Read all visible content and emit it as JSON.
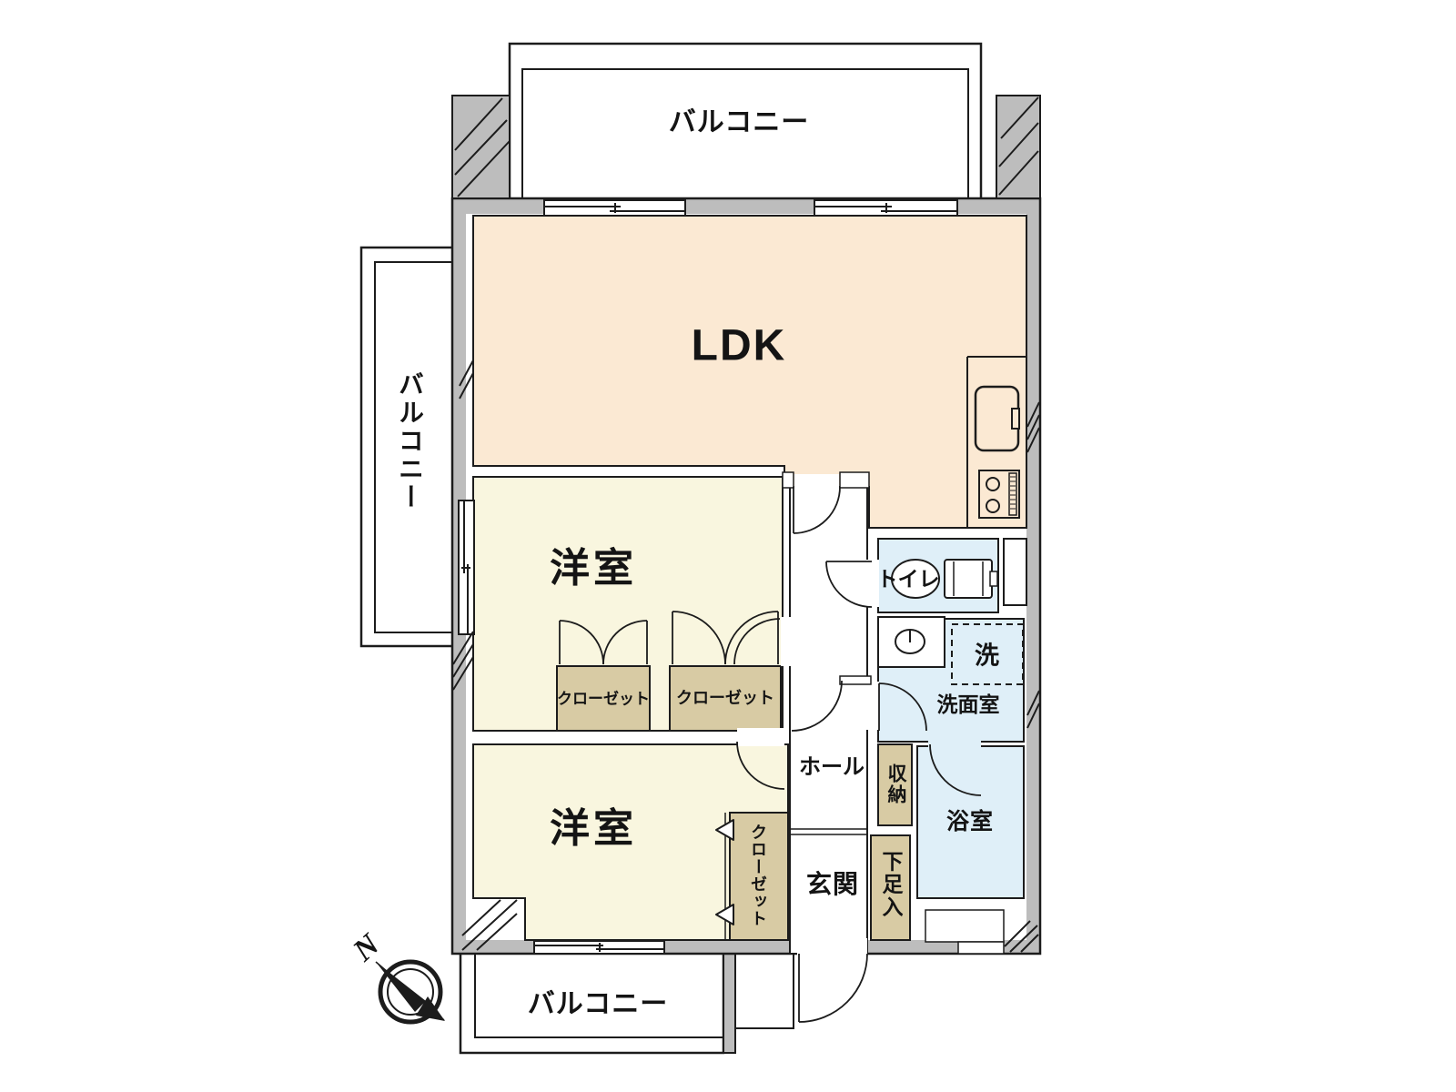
{
  "plan": {
    "rooms": {
      "ldk": {
        "label": "LDK"
      },
      "western_room_upper": {
        "label": "洋室"
      },
      "western_room_lower": {
        "label": "洋室"
      },
      "toilet": {
        "label": "トイレ"
      },
      "washroom": {
        "label": "洗面室"
      },
      "laundry": {
        "label": "洗"
      },
      "bathroom": {
        "label": "浴室"
      },
      "hall": {
        "label": "ホール"
      },
      "entrance": {
        "label": "玄関"
      },
      "storage": {
        "label": "収納"
      },
      "shoe_cabinet": {
        "label": "下足入"
      },
      "closet_upper_left": {
        "label": "クローゼット"
      },
      "closet_upper_right": {
        "label": "クローゼット"
      },
      "closet_lower": {
        "label": "クローゼット"
      },
      "balcony_top": {
        "label": "バルコニー"
      },
      "balcony_left": {
        "label": "バルコニー"
      },
      "balcony_bottom": {
        "label": "バルコニー"
      }
    },
    "compass": {
      "north_label": "N"
    },
    "colors": {
      "ldk_fill": "#FBE9D3",
      "room_fill": "#F9F6DF",
      "closet_fill": "#D8CBA4",
      "wet_fill": "#DFEFF8",
      "wall_fill": "#BDBDBD",
      "line": "#1C1C1C"
    }
  }
}
